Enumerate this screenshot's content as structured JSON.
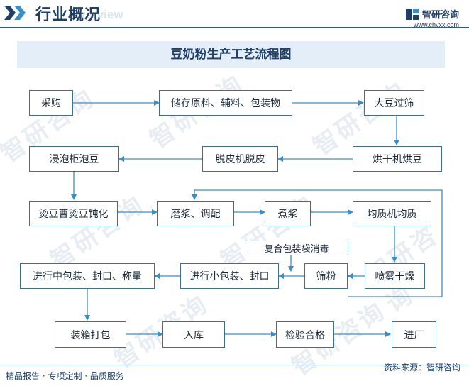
{
  "header": {
    "title": "行业概况",
    "subtitle_en": "Overview",
    "brand_name": "智研咨询",
    "brand_url": "www.chyxx.com"
  },
  "watermark": "智研咨询",
  "diagram": {
    "title": "豆奶粉生产工艺流程图",
    "nodes": {
      "procure": "采购",
      "store": "储存原料、辅料、包装物",
      "sieve": "大豆过筛",
      "dry_beans": "烘干机烘豆",
      "peel": "脱皮机脱皮",
      "soak": "浸泡柜泡豆",
      "blanch": "烫豆曹烫豆钝化",
      "grind": "磨浆、调配",
      "boil": "煮浆",
      "homogenize": "均质机均质",
      "spray_dry": "喷雾干燥",
      "sift": "筛粉",
      "bag_disinfect": "复合包装袋消毒",
      "small_pack": "进行小包装、封口",
      "mid_pack": "进行中包装、封口、称量",
      "box": "装箱打包",
      "warehouse": "入库",
      "inspect": "检验合格",
      "ship": "进厂"
    }
  },
  "footer": {
    "services": "精品报告 · 专项定制 · 品质服务",
    "source": "资料来源：智研咨询"
  },
  "colors": {
    "accent": "#1f3f66",
    "arrow": "#3b8fc4",
    "node_border": "#3b6f9a",
    "title_bg": "#e3eef8"
  }
}
